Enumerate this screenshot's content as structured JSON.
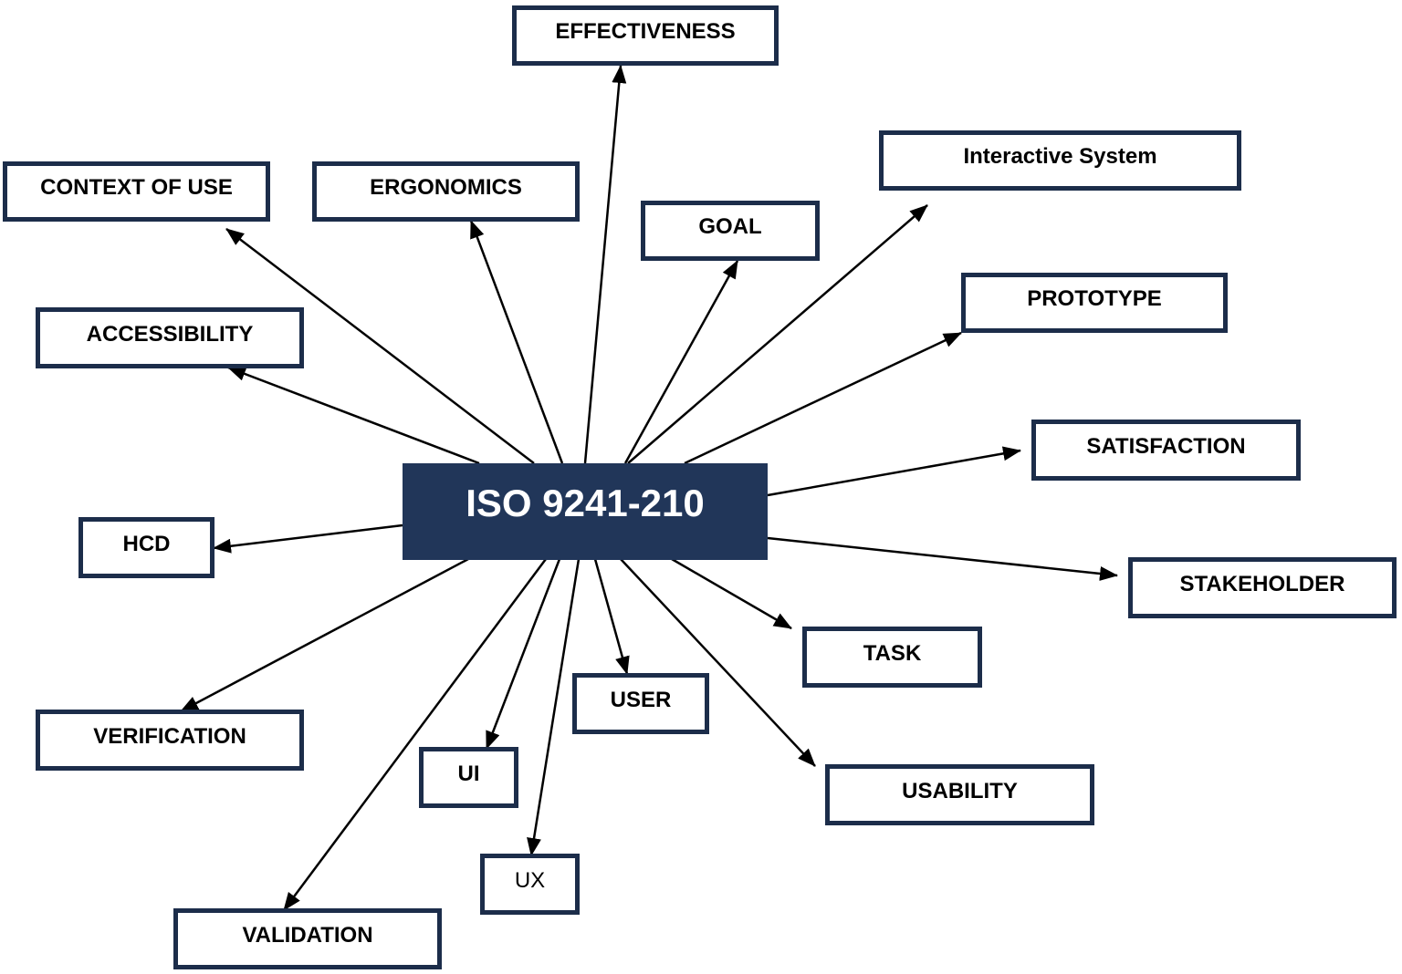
{
  "colors": {
    "border": "#1c2d4a",
    "center_fill": "#213659",
    "center_text": "#ffffff",
    "arrow": "#000000",
    "text": "#000000",
    "background": "#ffffff"
  },
  "center": {
    "label": "ISO 9241-210"
  },
  "nodes": {
    "effectiveness": "EFFECTIVENESS",
    "context_of_use": "CONTEXT OF USE",
    "ergonomics": "ERGONOMICS",
    "goal": "GOAL",
    "interactive_system": "Interactive System",
    "prototype": "PROTOTYPE",
    "accessibility": "ACCESSIBILITY",
    "satisfaction": "SATISFACTION",
    "hcd": "HCD",
    "stakeholder": "STAKEHOLDER",
    "task": "TASK",
    "user": "USER",
    "verification": "VERIFICATION",
    "ui": "UI",
    "usability": "USABILITY",
    "ux": "UX",
    "validation": "VALIDATION"
  }
}
